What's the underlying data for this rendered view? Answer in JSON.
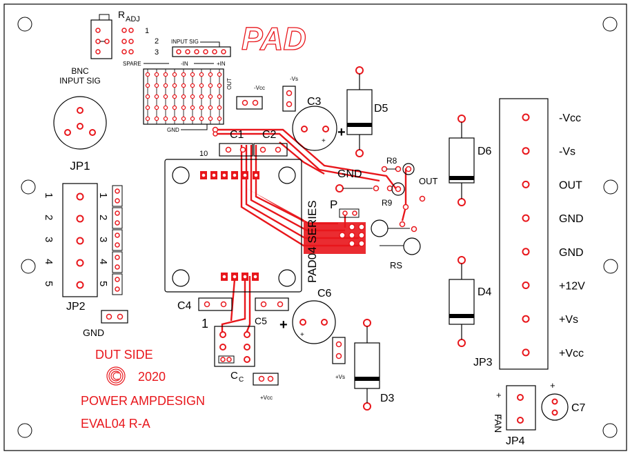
{
  "colors": {
    "trace": "#e8161b",
    "ink": "#000000",
    "board": "#ffffff"
  },
  "logo": "PAD",
  "radj": {
    "main": "R",
    "sub": "ADJ",
    "pos1": "1",
    "pos2": "2",
    "pos3": "3"
  },
  "input_sig_header": "INPUT SIG",
  "proto": {
    "spare": "SPARE",
    "minus_in": "-IN",
    "plus_in": "+IN",
    "out": "OUT",
    "gnd": "GND"
  },
  "bnc": {
    "line1": "BNC",
    "line2": "INPUT SIG",
    "ref": "JP1"
  },
  "small_caps": {
    "minus_vcc": "-Vcc",
    "minus_vs": "-Vs",
    "plus_vs": "+Vs",
    "plus_vcc": "+Vcc"
  },
  "components": {
    "c1": "C1",
    "c2": "C2",
    "c3": "C3",
    "c3_plus": "+",
    "c3_pol": "+",
    "c4": "C4",
    "c5": "C5",
    "c6": "C6",
    "c6_plus": "+",
    "c6_pol": "+",
    "cc_main": "C",
    "cc_sub": "C",
    "c7": "C7",
    "c7_plus": "+",
    "d3": "D3",
    "d4": "D4",
    "d5": "D5",
    "d6": "D6",
    "r8": "R8",
    "r9": "R9",
    "rs": "RS",
    "out_tp": "OUT",
    "pin10": "10",
    "pin1": "1",
    "p": "P",
    "gnd_trace": "GND",
    "pad04": "PAD04 SERIES"
  },
  "jp2": {
    "ref": "JP2",
    "gnd": "GND",
    "pins": [
      "1",
      "2",
      "3",
      "4",
      "5"
    ]
  },
  "jp3": {
    "ref": "JP3",
    "pins": [
      "-Vcc",
      "-Vs",
      "OUT",
      "GND",
      "GND",
      "+12V",
      "+Vs",
      "+Vcc"
    ]
  },
  "jp4": {
    "ref": "JP4",
    "label": "FAN",
    "plus": "+",
    "minus": "-"
  },
  "footer": {
    "dut_side": "DUT SIDE",
    "year": "2020",
    "company": "POWER AMPDESIGN",
    "rev": "EVAL04 R-A"
  }
}
